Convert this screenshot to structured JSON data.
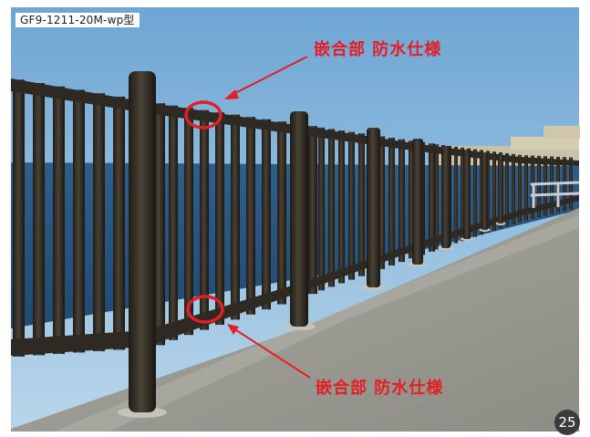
{
  "photo": {
    "model_label": "GF9-1211-20M-wp型",
    "callouts": [
      {
        "text": "嵌合部 防水仕様"
      },
      {
        "text": "嵌合部 防水仕様"
      }
    ],
    "page_number": "25"
  },
  "colors": {
    "callout_red": "#e31e24",
    "sky": "#8fbbdc",
    "sea": "#2b5c86",
    "pavement": "#9c9c94",
    "fence": "#2a2620"
  }
}
